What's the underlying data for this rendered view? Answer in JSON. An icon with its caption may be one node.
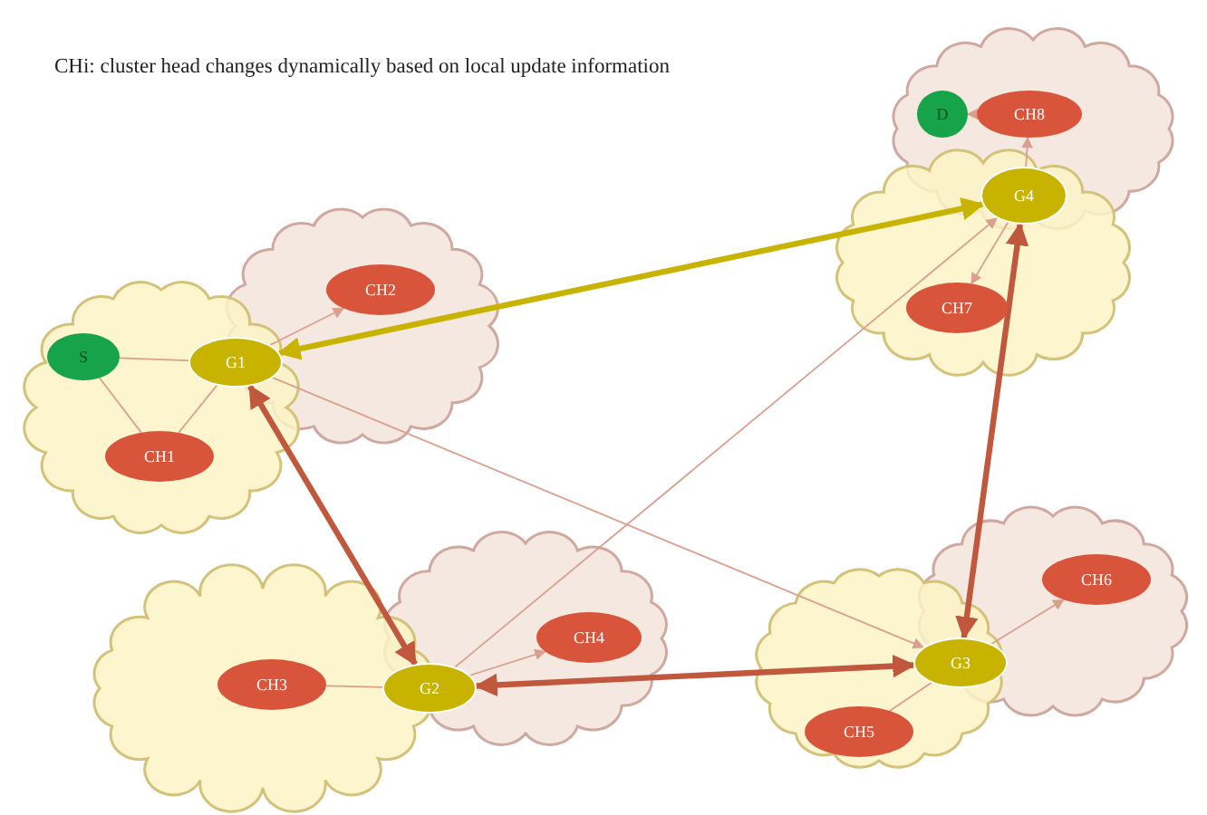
{
  "diagram": {
    "nodes": [
      {
        "text": [
          "D"
        ]
      },
      {
        "text": [
          "CH8"
        ]
      },
      {
        "text": [
          "G4"
        ]
      },
      {
        "text": [
          "CH2"
        ]
      },
      {
        "text": [
          "CH7"
        ]
      },
      {
        "text": [
          "S"
        ]
      },
      {
        "text": [
          "G1"
        ]
      },
      {
        "text": [
          "CH1"
        ]
      },
      {
        "text": [
          "CH6"
        ]
      },
      {
        "text": [
          "CH4"
        ]
      },
      {
        "text": [
          "G3"
        ]
      },
      {
        "text": [
          "CH3"
        ]
      },
      {
        "text": [
          "G2"
        ]
      },
      {
        "text": [
          "CH5"
        ]
      }
    ],
    "edges": [
      {
        "from": 2,
        "to": 6,
        "arrow": "both",
        "style": "thick",
        "color": "#c8b400"
      },
      {
        "from": 6,
        "to": 12,
        "arrow": "both",
        "style": "thick",
        "color": "#c0583e"
      },
      {
        "from": 12,
        "to": 10,
        "arrow": "both",
        "style": "thick",
        "color": "#c0583e"
      },
      {
        "from": 10,
        "to": 2,
        "arrow": "both",
        "style": "thick",
        "color": "#c0583e"
      },
      {
        "from": 6,
        "to": 10,
        "arrow": "to"
      },
      {
        "from": 12,
        "to": 2,
        "arrow": "to"
      },
      {
        "from": 5,
        "to": 6,
        "arrow": "none"
      },
      {
        "from": 5,
        "to": 7,
        "arrow": "none"
      },
      {
        "from": 6,
        "to": 7,
        "arrow": "none"
      },
      {
        "from": 6,
        "to": 3,
        "arrow": "to"
      },
      {
        "from": 12,
        "to": 11,
        "arrow": "none"
      },
      {
        "from": 12,
        "to": 9,
        "arrow": "to"
      },
      {
        "from": 10,
        "to": 13,
        "arrow": "none"
      },
      {
        "from": 10,
        "to": 8,
        "arrow": "to"
      },
      {
        "from": 2,
        "to": 4,
        "arrow": "to"
      },
      {
        "from": 2,
        "to": 1,
        "arrow": "to"
      },
      {
        "from": 1,
        "to": 0,
        "arrow": "to"
      }
    ],
    "labels": [
      "CHi: cluster head changes dynamically based on local update information"
    ]
  }
}
